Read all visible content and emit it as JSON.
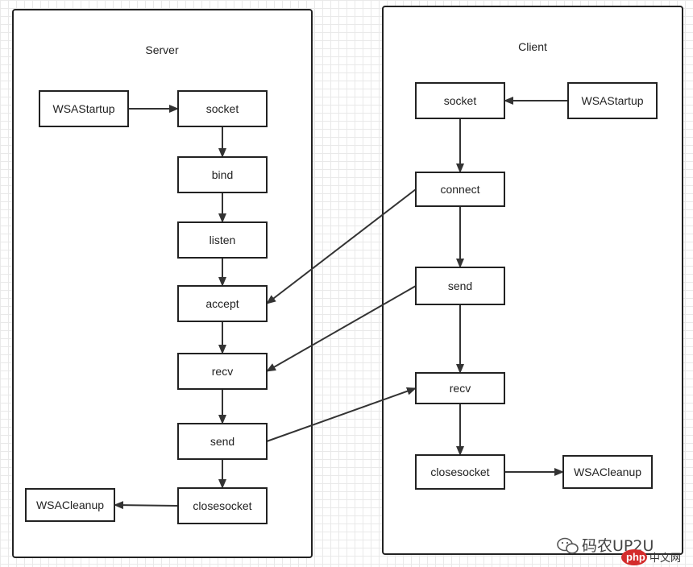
{
  "panels": {
    "server": {
      "title": "Server"
    },
    "client": {
      "title": "Client"
    }
  },
  "nodes": {
    "s_wsastartup": "WSAStartup",
    "s_socket": "socket",
    "s_bind": "bind",
    "s_listen": "listen",
    "s_accept": "accept",
    "s_recv": "recv",
    "s_send": "send",
    "s_closesocket": "closesocket",
    "s_wsacleanup": "WSACleanup",
    "c_wsastartup": "WSAStartup",
    "c_socket": "socket",
    "c_connect": "connect",
    "c_send": "send",
    "c_recv": "recv",
    "c_closesocket": "closesocket",
    "c_wsacleanup": "WSACleanup"
  },
  "edges": [
    {
      "from": "s_wsastartup",
      "to": "s_socket"
    },
    {
      "from": "s_socket",
      "to": "s_bind"
    },
    {
      "from": "s_bind",
      "to": "s_listen"
    },
    {
      "from": "s_listen",
      "to": "s_accept"
    },
    {
      "from": "s_accept",
      "to": "s_recv"
    },
    {
      "from": "s_recv",
      "to": "s_send"
    },
    {
      "from": "s_send",
      "to": "s_closesocket"
    },
    {
      "from": "s_closesocket",
      "to": "s_wsacleanup"
    },
    {
      "from": "c_wsastartup",
      "to": "c_socket"
    },
    {
      "from": "c_socket",
      "to": "c_connect"
    },
    {
      "from": "c_connect",
      "to": "c_send"
    },
    {
      "from": "c_send",
      "to": "c_recv"
    },
    {
      "from": "c_recv",
      "to": "c_closesocket"
    },
    {
      "from": "c_closesocket",
      "to": "c_wsacleanup"
    },
    {
      "from": "c_connect",
      "to": "s_accept"
    },
    {
      "from": "c_send",
      "to": "s_recv"
    },
    {
      "from": "s_send",
      "to": "c_recv"
    }
  ],
  "watermark": {
    "text": "码农UP2U",
    "icon": "wechat-icon"
  },
  "logo": {
    "brand": "php",
    "text": "中文网"
  }
}
